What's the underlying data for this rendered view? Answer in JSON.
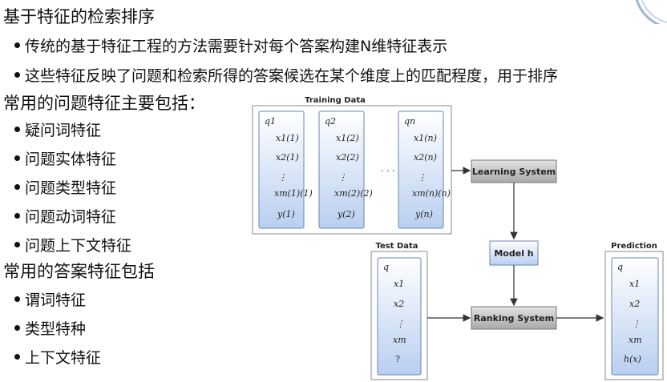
{
  "slide": {
    "title": "基于特征的检索排序",
    "bullets_a": [
      "传统的基于特征工程的方法需要针对每个答案构建N维特征表示",
      "这些特征反映了问题和检索所得的答案候选在某个维度上的匹配程度，用于排序"
    ],
    "heading_q": "常用的问题特征主要包括：",
    "question_features": [
      "疑问词特征",
      "问题实体特征",
      "问题类型特征",
      "问题动词特征",
      "问题上下文特征"
    ],
    "heading_a": "常用的答案特征包括",
    "answer_features": [
      "谓词特征",
      "类型特种",
      "上下文特征"
    ]
  },
  "diagram": {
    "training_label": "Training Data",
    "test_label": "Test Data",
    "prediction_label": "Prediction",
    "learning_system": "Learning System",
    "model": "Model h",
    "ranking_system": "Ranking System",
    "ellipsis": "· · ·",
    "train_cols": [
      {
        "q": "q1",
        "x1": "x1(1)",
        "x2": "x2(1)",
        "xm": "xm(1)(1)",
        "y": "y(1)"
      },
      {
        "q": "q2",
        "x1": "x1(2)",
        "x2": "x2(2)",
        "xm": "xm(2)(2)",
        "y": "y(2)"
      },
      {
        "q": "qn",
        "x1": "x1(n)",
        "x2": "x2(n)",
        "xm": "xm(n)(n)",
        "y": "y(n)"
      }
    ],
    "test_col": {
      "q": "q",
      "x1": "x1",
      "x2": "x2",
      "xm": "xm",
      "y": "?"
    },
    "pred_col": {
      "q": "q",
      "x1": "x1",
      "x2": "x2",
      "xm": "xm",
      "y": "h(x)"
    }
  }
}
